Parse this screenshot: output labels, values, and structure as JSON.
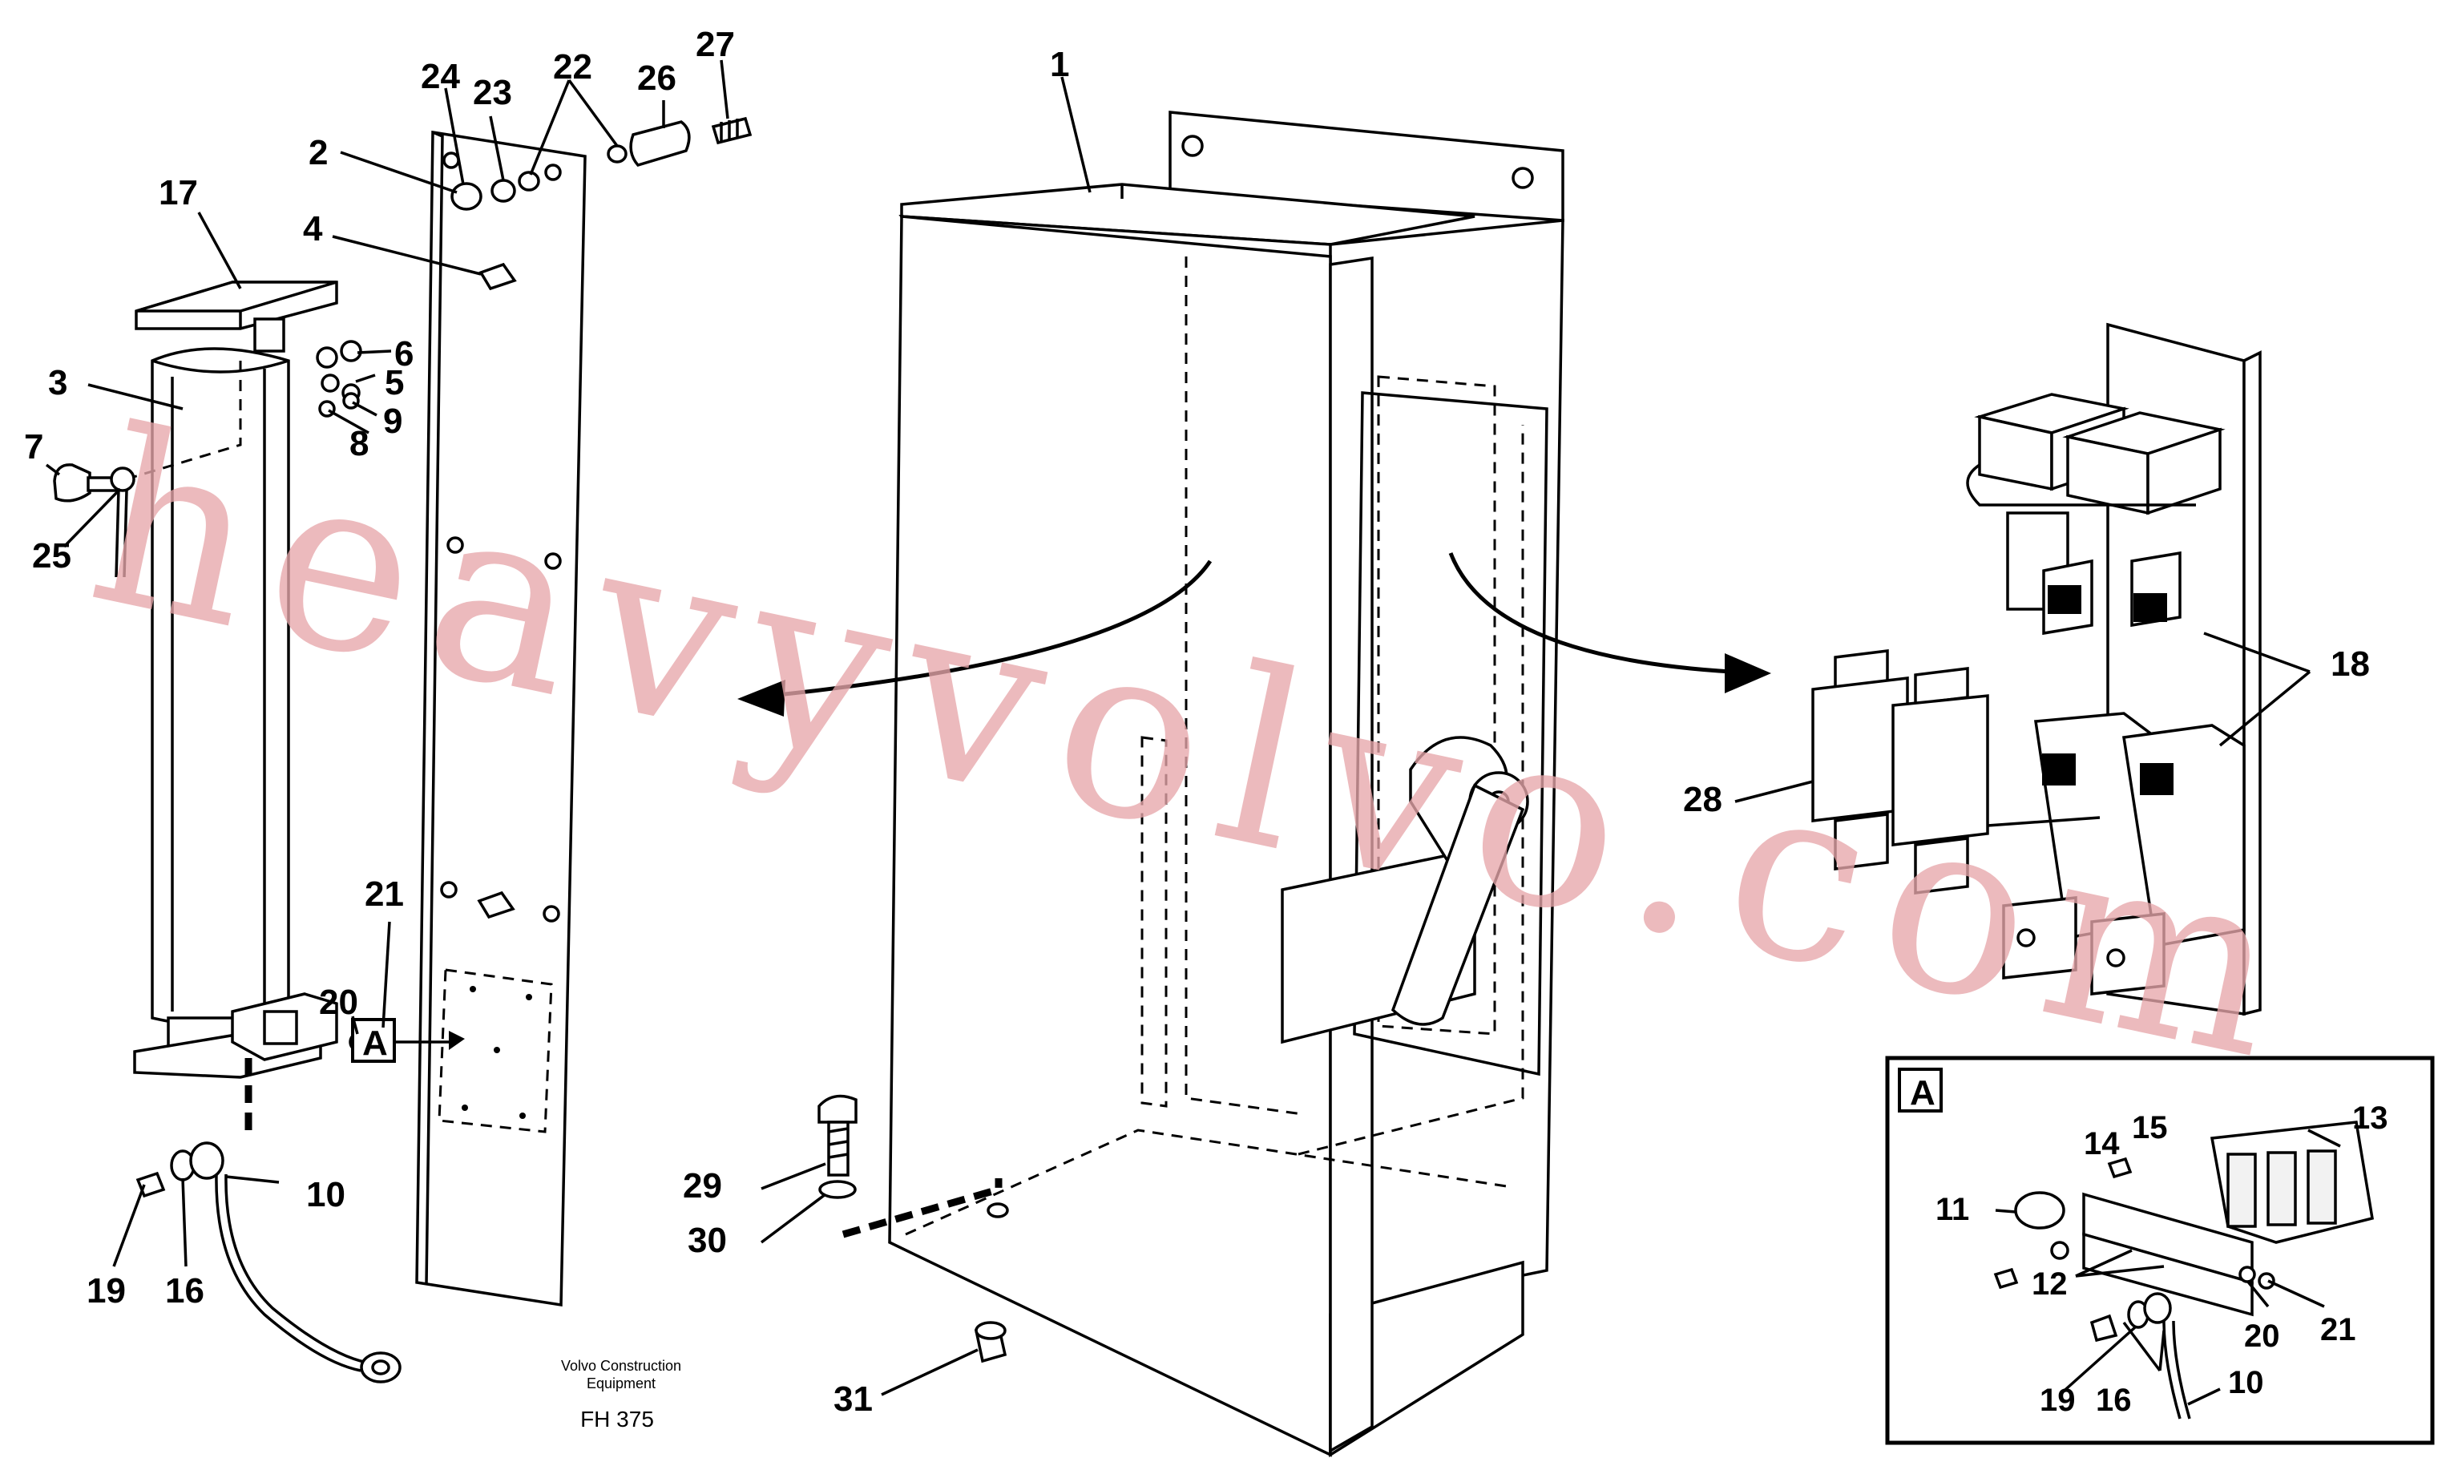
{
  "part_labels": {
    "l1": "1",
    "l2": "2",
    "l3": "3",
    "l4": "4",
    "l5": "5",
    "l6": "6",
    "l7": "7",
    "l8": "8",
    "l9": "9",
    "l10": "10",
    "l11": "11",
    "l12": "12",
    "l13": "13",
    "l14": "14",
    "l15": "15",
    "l16": "16",
    "l17": "17",
    "l18": "18",
    "l19": "19",
    "l20": "20",
    "l21": "21",
    "l22": "22",
    "l23": "23",
    "l24": "24",
    "l25": "25",
    "l26": "26",
    "l27": "27",
    "l28": "28",
    "l29": "29",
    "l30": "30",
    "l31": "31"
  },
  "detail": {
    "callout": "A"
  },
  "footer": {
    "maker_line1": "Volvo Construction",
    "maker_line2": "Equipment",
    "figure_code": "FH 375"
  },
  "watermark": "heavyvolvo.com"
}
